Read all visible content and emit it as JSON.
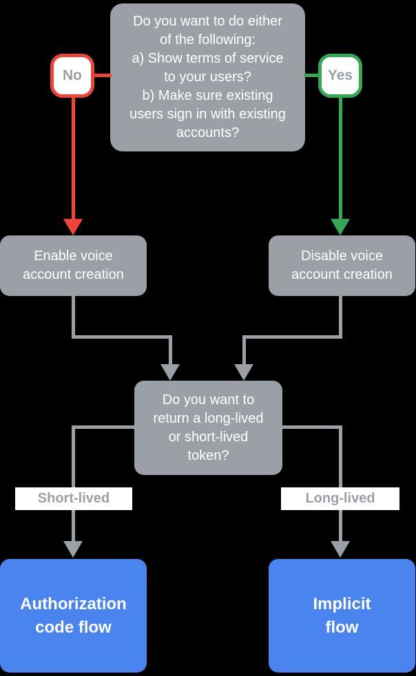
{
  "colors": {
    "background": "#000000",
    "node_gray": "#9AA0A6",
    "connector": "#9AA0A6",
    "red": "#EF4437",
    "green": "#34A853",
    "blue": "#4A84EE",
    "white": "#FFFFFF",
    "muted_text": "#9AA0A6"
  },
  "nodes": {
    "root_question": {
      "text": "Do you want to do either\nof the following:\na) Show terms of service\nto your users?\nb) Make sure existing\nusers sign in with existing\naccounts?"
    },
    "no_badge": {
      "label": "No"
    },
    "yes_badge": {
      "label": "Yes"
    },
    "enable_voice": {
      "text": "Enable voice\naccount creation"
    },
    "disable_voice": {
      "text": "Disable voice\naccount creation"
    },
    "token_question": {
      "text": "Do you want to\nreturn a long-lived\nor short-lived\ntoken?"
    },
    "short_lived_label": {
      "text": "Short-lived"
    },
    "long_lived_label": {
      "text": "Long-lived"
    },
    "authorization_code_flow": {
      "text": "Authorization\ncode flow"
    },
    "implicit_flow": {
      "text": "Implicit\nflow"
    }
  }
}
